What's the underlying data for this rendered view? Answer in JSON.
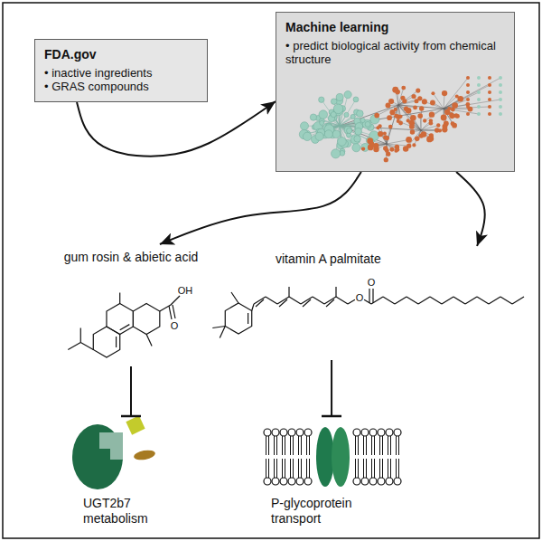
{
  "diagram": {
    "nodes": [
      {
        "text": [
          "FDA.gov",
          "• inactive ingredients",
          "• GRAS compounds"
        ]
      },
      {
        "text": [
          "Machine learning",
          "• predict biological activity from chemical structure"
        ]
      },
      {
        "text": [
          "gum rosin & abietic acid"
        ]
      },
      {
        "text": [
          "vitamin A palmitate"
        ]
      },
      {
        "text": [
          "UGT2b7 metabolism"
        ]
      },
      {
        "text": [
          "P-glycoprotein transport"
        ]
      }
    ],
    "edges": [
      {
        "from": 0,
        "to": 1,
        "arrow": "to"
      },
      {
        "from": 1,
        "to": 2,
        "arrow": "to"
      },
      {
        "from": 1,
        "to": 3,
        "arrow": "to"
      },
      {
        "from": 2,
        "to": 4,
        "arrow": "to"
      },
      {
        "from": 3,
        "to": 5,
        "arrow": "to"
      }
    ],
    "labels": [
      "OH",
      "O",
      "O",
      "O"
    ]
  }
}
